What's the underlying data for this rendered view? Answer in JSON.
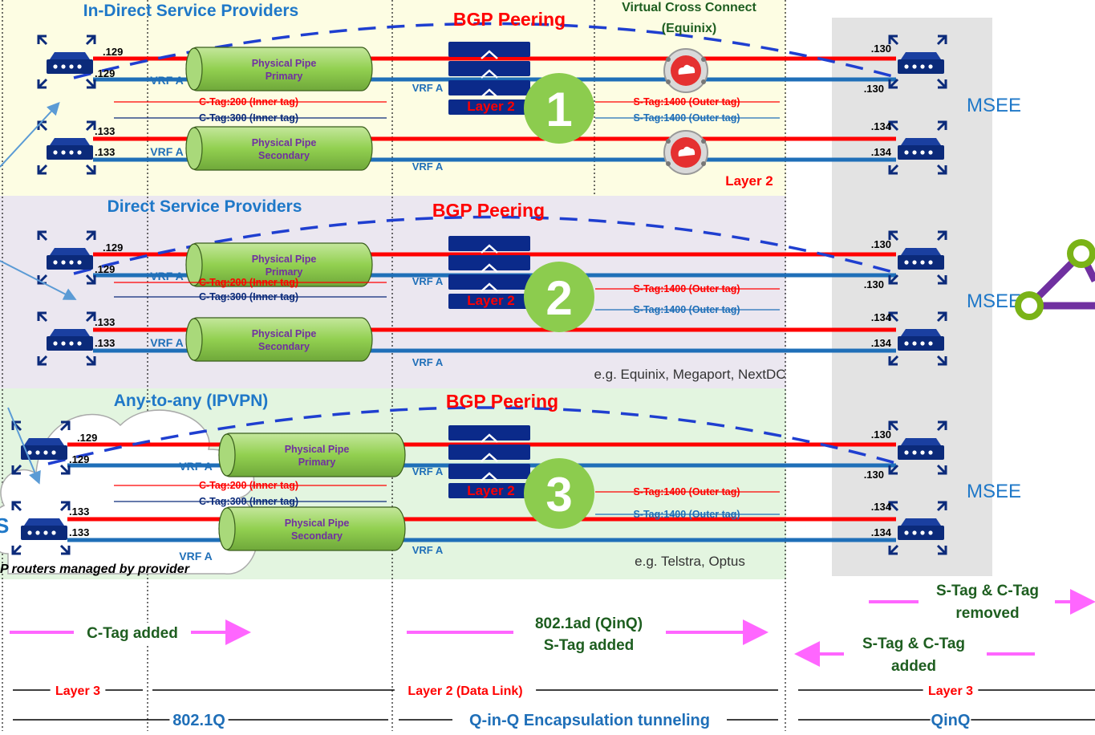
{
  "sections": [
    {
      "title": "In-Direct Service Providers",
      "bgp": "BGP Peering",
      "num": "1",
      "layer2": "Layer 2",
      "ctag_inner": "C-Tag:200 (Inner tag)",
      "ctag_inner2": "C-Tag:300 (Inner tag)",
      "stag_red": "S-Tag:1400 (Outer tag)",
      "stag_blue": "S-Tag:1400 (Outer tag)",
      "pipe_primary": [
        "Physical Pipe",
        "Primary"
      ],
      "pipe_secondary": [
        "Physical Pipe",
        "Secondary"
      ],
      "vrf": "VRF A",
      "msee": "MSEE",
      "note": ""
    },
    {
      "title": "Direct Service Providers",
      "bgp": "BGP Peering",
      "num": "2",
      "layer2": "Layer 2",
      "ctag_inner": "C-Tag:200 (Inner tag)",
      "ctag_inner2": "C-Tag:300 (Inner tag)",
      "stag_red": "S-Tag:1400 (Outer tag)",
      "stag_blue": "S-Tag:1400 (Outer tag)",
      "pipe_primary": [
        "Physical Pipe",
        "Primary"
      ],
      "pipe_secondary": [
        "Physical Pipe",
        "Secondary"
      ],
      "vrf": "VRF A",
      "msee": "MSEE",
      "note": "e.g. Equinix, Megaport, NextDC"
    },
    {
      "title": "Any-to-any (IPVPN)",
      "bgp": "BGP Peering",
      "num": "3",
      "layer2": "Layer 2",
      "ctag_inner": "C-Tag:200 (Inner tag)",
      "ctag_inner2": "C-Tag:300 (Inner tag)",
      "stag_red": "S-Tag:1400 (Outer tag)",
      "stag_blue": "S-Tag:1400 (Outer tag)",
      "pipe_primary": [
        "Physical Pipe",
        "Primary"
      ],
      "pipe_secondary": [
        "Physical Pipe",
        "Secondary"
      ],
      "vrf": "VRF A",
      "msee": "MSEE",
      "note": "e.g. Telstra, Optus"
    }
  ],
  "ip": {
    "p129": ".129",
    "p133": ".133",
    "p130": ".130",
    "p134": ".134"
  },
  "vxc": {
    "title": "Virtual Cross Connect",
    "sub": "(Equinix)",
    "layer2": "Layer 2"
  },
  "cloud_caption": "P routers managed by provider",
  "cloud_letter": "S",
  "bottom": {
    "ctag_added": "C-Tag added",
    "qinq_line1": "802.1ad (QinQ)",
    "qinq_line2": "S-Tag added",
    "removed_line1": "S-Tag & C-Tag",
    "removed_line2": "removed",
    "added_line1": "S-Tag & C-Tag",
    "added_line2": "added",
    "layer3_left": "Layer 3",
    "layer2_mid": "Layer 2 (Data Link)",
    "layer3_right": "Layer 3",
    "dot1q": "802.1Q",
    "qinq_tunnel": "Q-in-Q Encapsulation tunneling",
    "qinq_right": "QinQ"
  },
  "colors": {
    "red": "#ff0000",
    "blue": "#1f78c8",
    "navy": "#0b2a7a",
    "green": "#92d050",
    "pink": "#ff66ff",
    "darkgreen": "#1e5e20",
    "purple": "#7030a0"
  }
}
